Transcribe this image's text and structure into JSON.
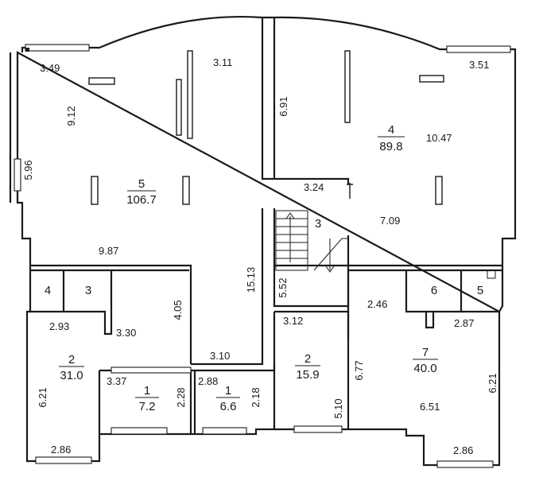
{
  "rooms": [
    {
      "number": "5",
      "area": "106.7"
    },
    {
      "number": "4",
      "area": "89.8"
    },
    {
      "number": "2",
      "area": "31.0"
    },
    {
      "number": "1",
      "area": "7.2"
    },
    {
      "number": "1",
      "area": "6.6"
    },
    {
      "number": "2",
      "area": "15.9"
    },
    {
      "number": "7",
      "area": "40.0"
    },
    {
      "number": "4"
    },
    {
      "number": "3"
    },
    {
      "number": "6"
    },
    {
      "number": "5"
    },
    {
      "number": "3"
    }
  ],
  "dimensions": [
    "3.49",
    "3.11",
    "3.51",
    "9.12",
    "6.91",
    "10.47",
    "5.96",
    "3.24",
    "7.09",
    "9.87",
    "15.13",
    "5.52",
    "4.05",
    "2.46",
    "2.93",
    "3.30",
    "3.12",
    "2.87",
    "3.10",
    "6.77",
    "6.21",
    "3.37",
    "2.88",
    "2.28",
    "2.18",
    "5.10",
    "6.51",
    "6.21",
    "2.86",
    "2.86"
  ]
}
